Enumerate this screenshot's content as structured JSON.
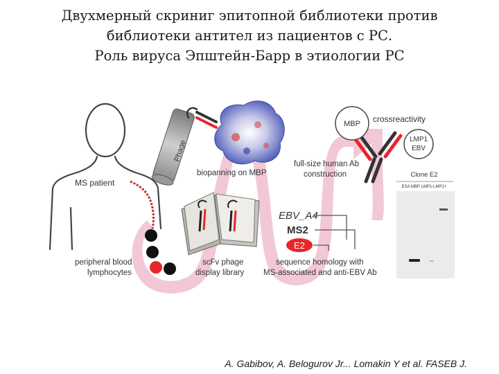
{
  "title": {
    "line1": "Двухмерный скриниг эпитопной библиотеки против",
    "line2": "библиотеки антител из пациентов с РС.",
    "line3": "Роль вируса Эпштейн-Барр в этиологии РС"
  },
  "diagram": {
    "ms_patient": "MS patient",
    "phage": "Phage",
    "biopanning": "biopanning on MBP",
    "mbp": "MBP",
    "crossreactivity": "crossreactivity",
    "lmp1_ebv_line1": "LMP1",
    "lmp1_ebv_line2": "EBV",
    "full_size_line1": "full-size human Ab",
    "full_size_line2": "construction",
    "clone_e2": "Clone E2",
    "blot_lanes": "ESA MBP LMP1-LMP1+",
    "ebv_a4": "EBV_A4",
    "ms2": "MS2",
    "e2": "E2",
    "pbl_line1": "peripheral blood",
    "pbl_line2": "lymphocytes",
    "library_line1": "scFv phage",
    "library_line2": "display library",
    "homology_line1": "sequence homology with",
    "homology_line2": "MS-associated and anti-EBV Ab"
  },
  "colors": {
    "arrow": "#f2c8d6",
    "antibody_red": "#e8252b",
    "antibody_dark": "#3a3a3a",
    "lymphocyte_red": "#e8252b",
    "lymphocyte_black": "#111111"
  },
  "citation": "A. Gabibov, A. Belogurov Jr... Lomakin Y et al. FASEB J."
}
